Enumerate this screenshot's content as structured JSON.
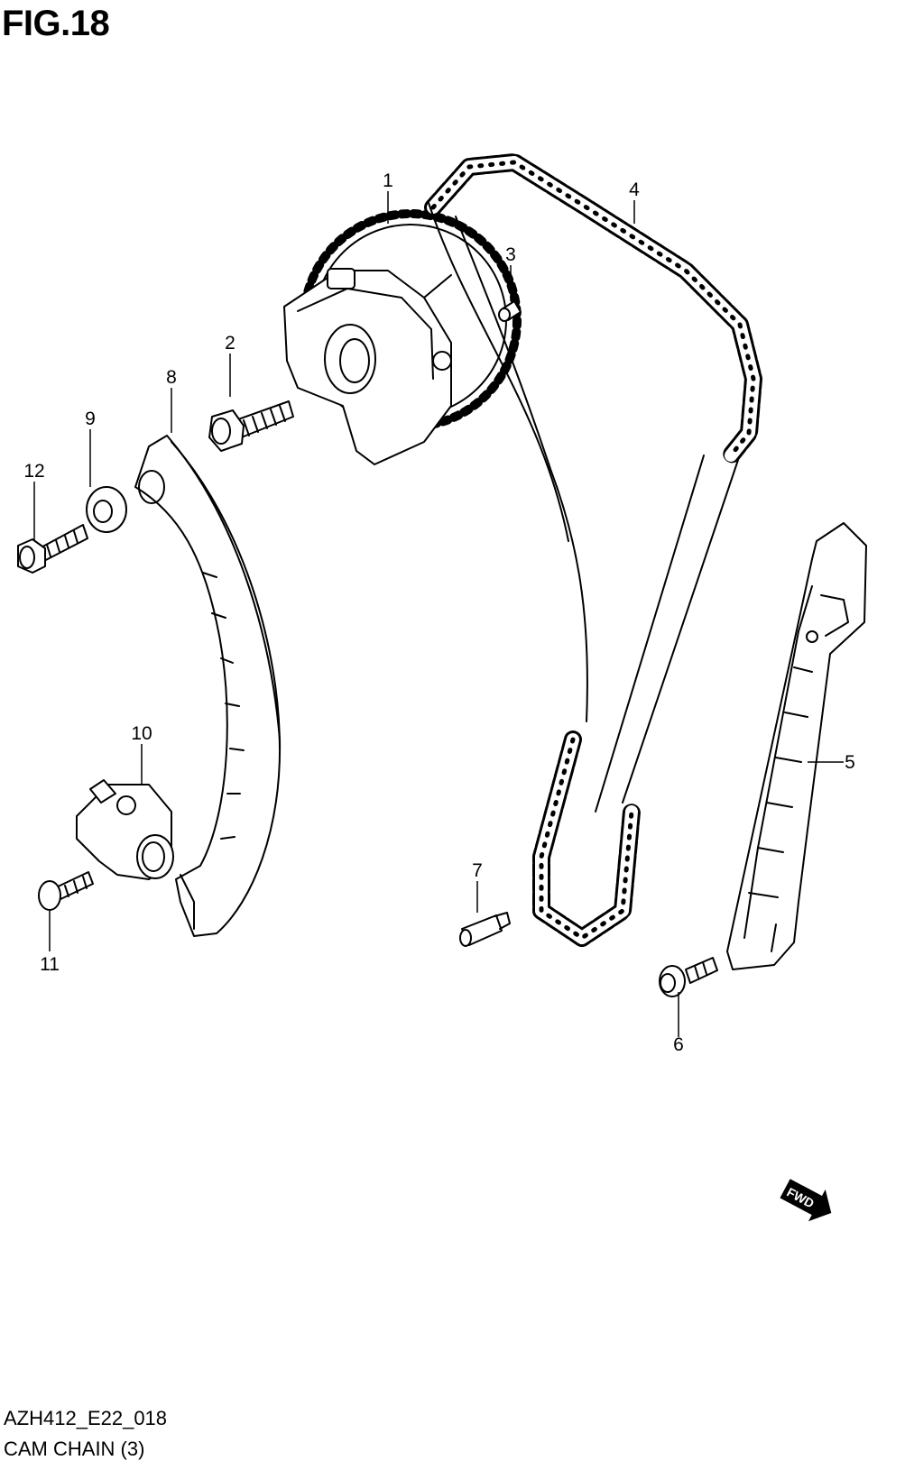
{
  "figure": {
    "title": "FIG.18",
    "code": "AZH412_E22_018",
    "caption": "CAM CHAIN (3)"
  },
  "callouts": [
    {
      "id": "1",
      "label": "1"
    },
    {
      "id": "2",
      "label": "2"
    },
    {
      "id": "3",
      "label": "3"
    },
    {
      "id": "4",
      "label": "4"
    },
    {
      "id": "5",
      "label": "5"
    },
    {
      "id": "6",
      "label": "6"
    },
    {
      "id": "7",
      "label": "7"
    },
    {
      "id": "8",
      "label": "8"
    },
    {
      "id": "9",
      "label": "9"
    },
    {
      "id": "10",
      "label": "10"
    },
    {
      "id": "11",
      "label": "11"
    },
    {
      "id": "12",
      "label": "12"
    }
  ],
  "fwd_badge": "FWD"
}
